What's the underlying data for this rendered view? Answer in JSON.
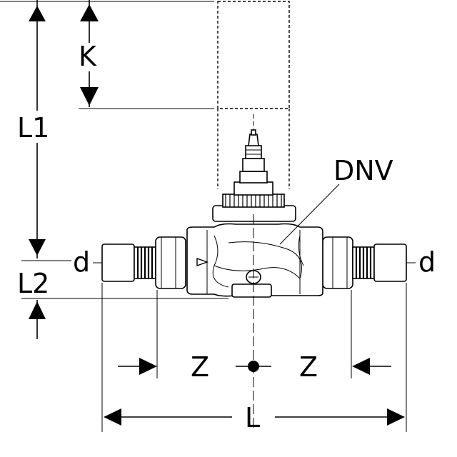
{
  "labels": {
    "K": "K",
    "L1": "L1",
    "L2": "L2",
    "DNV": "DNV",
    "d_left": "d",
    "d_right": "d",
    "Z_left": "Z",
    "Z_right": "Z",
    "L": "L"
  },
  "colors": {
    "ink": "#000000",
    "paper": "#ffffff"
  }
}
